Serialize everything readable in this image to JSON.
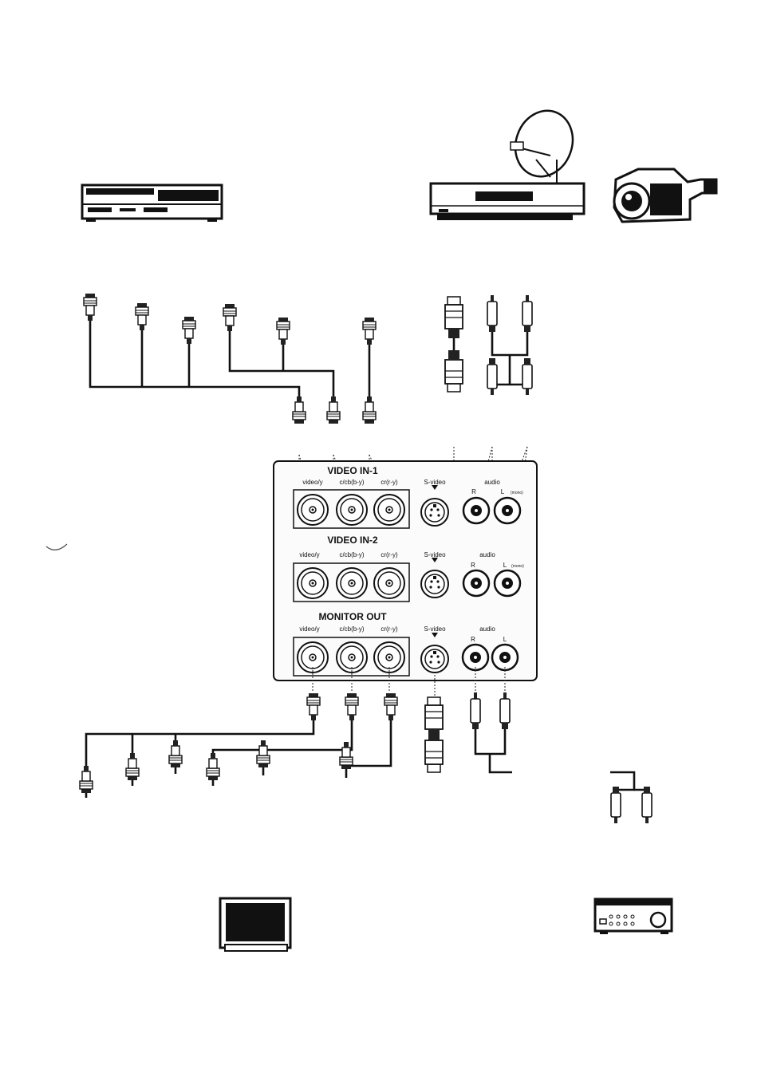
{
  "panel": {
    "video_in_1": {
      "title": "VIDEO IN-1",
      "labels": [
        "video/y",
        "c/cb(b-y)",
        "cr(r-y)",
        "S-video",
        "audio",
        "R",
        "L",
        "(mono)"
      ]
    },
    "video_in_2": {
      "title": "VIDEO IN-2",
      "labels": [
        "video/y",
        "c/cb(b-y)",
        "cr(r-y)",
        "S-video",
        "audio",
        "R",
        "L",
        "(mono)"
      ]
    },
    "monitor_out": {
      "title": "MONITOR OUT",
      "labels": [
        "video/y",
        "c/cb(b-y)",
        "cr(r-y)",
        "S-video",
        "audio",
        "R",
        "L"
      ]
    }
  },
  "devices": {
    "top": [
      "vcr-icon",
      "satellite-receiver-icon",
      "camcorder-icon"
    ],
    "bottom": [
      "monitor-icon",
      "amplifier-icon"
    ]
  },
  "colors": {
    "ink": "#111111",
    "paper": "#ffffff",
    "panel_fill": "#f4f4f4"
  }
}
